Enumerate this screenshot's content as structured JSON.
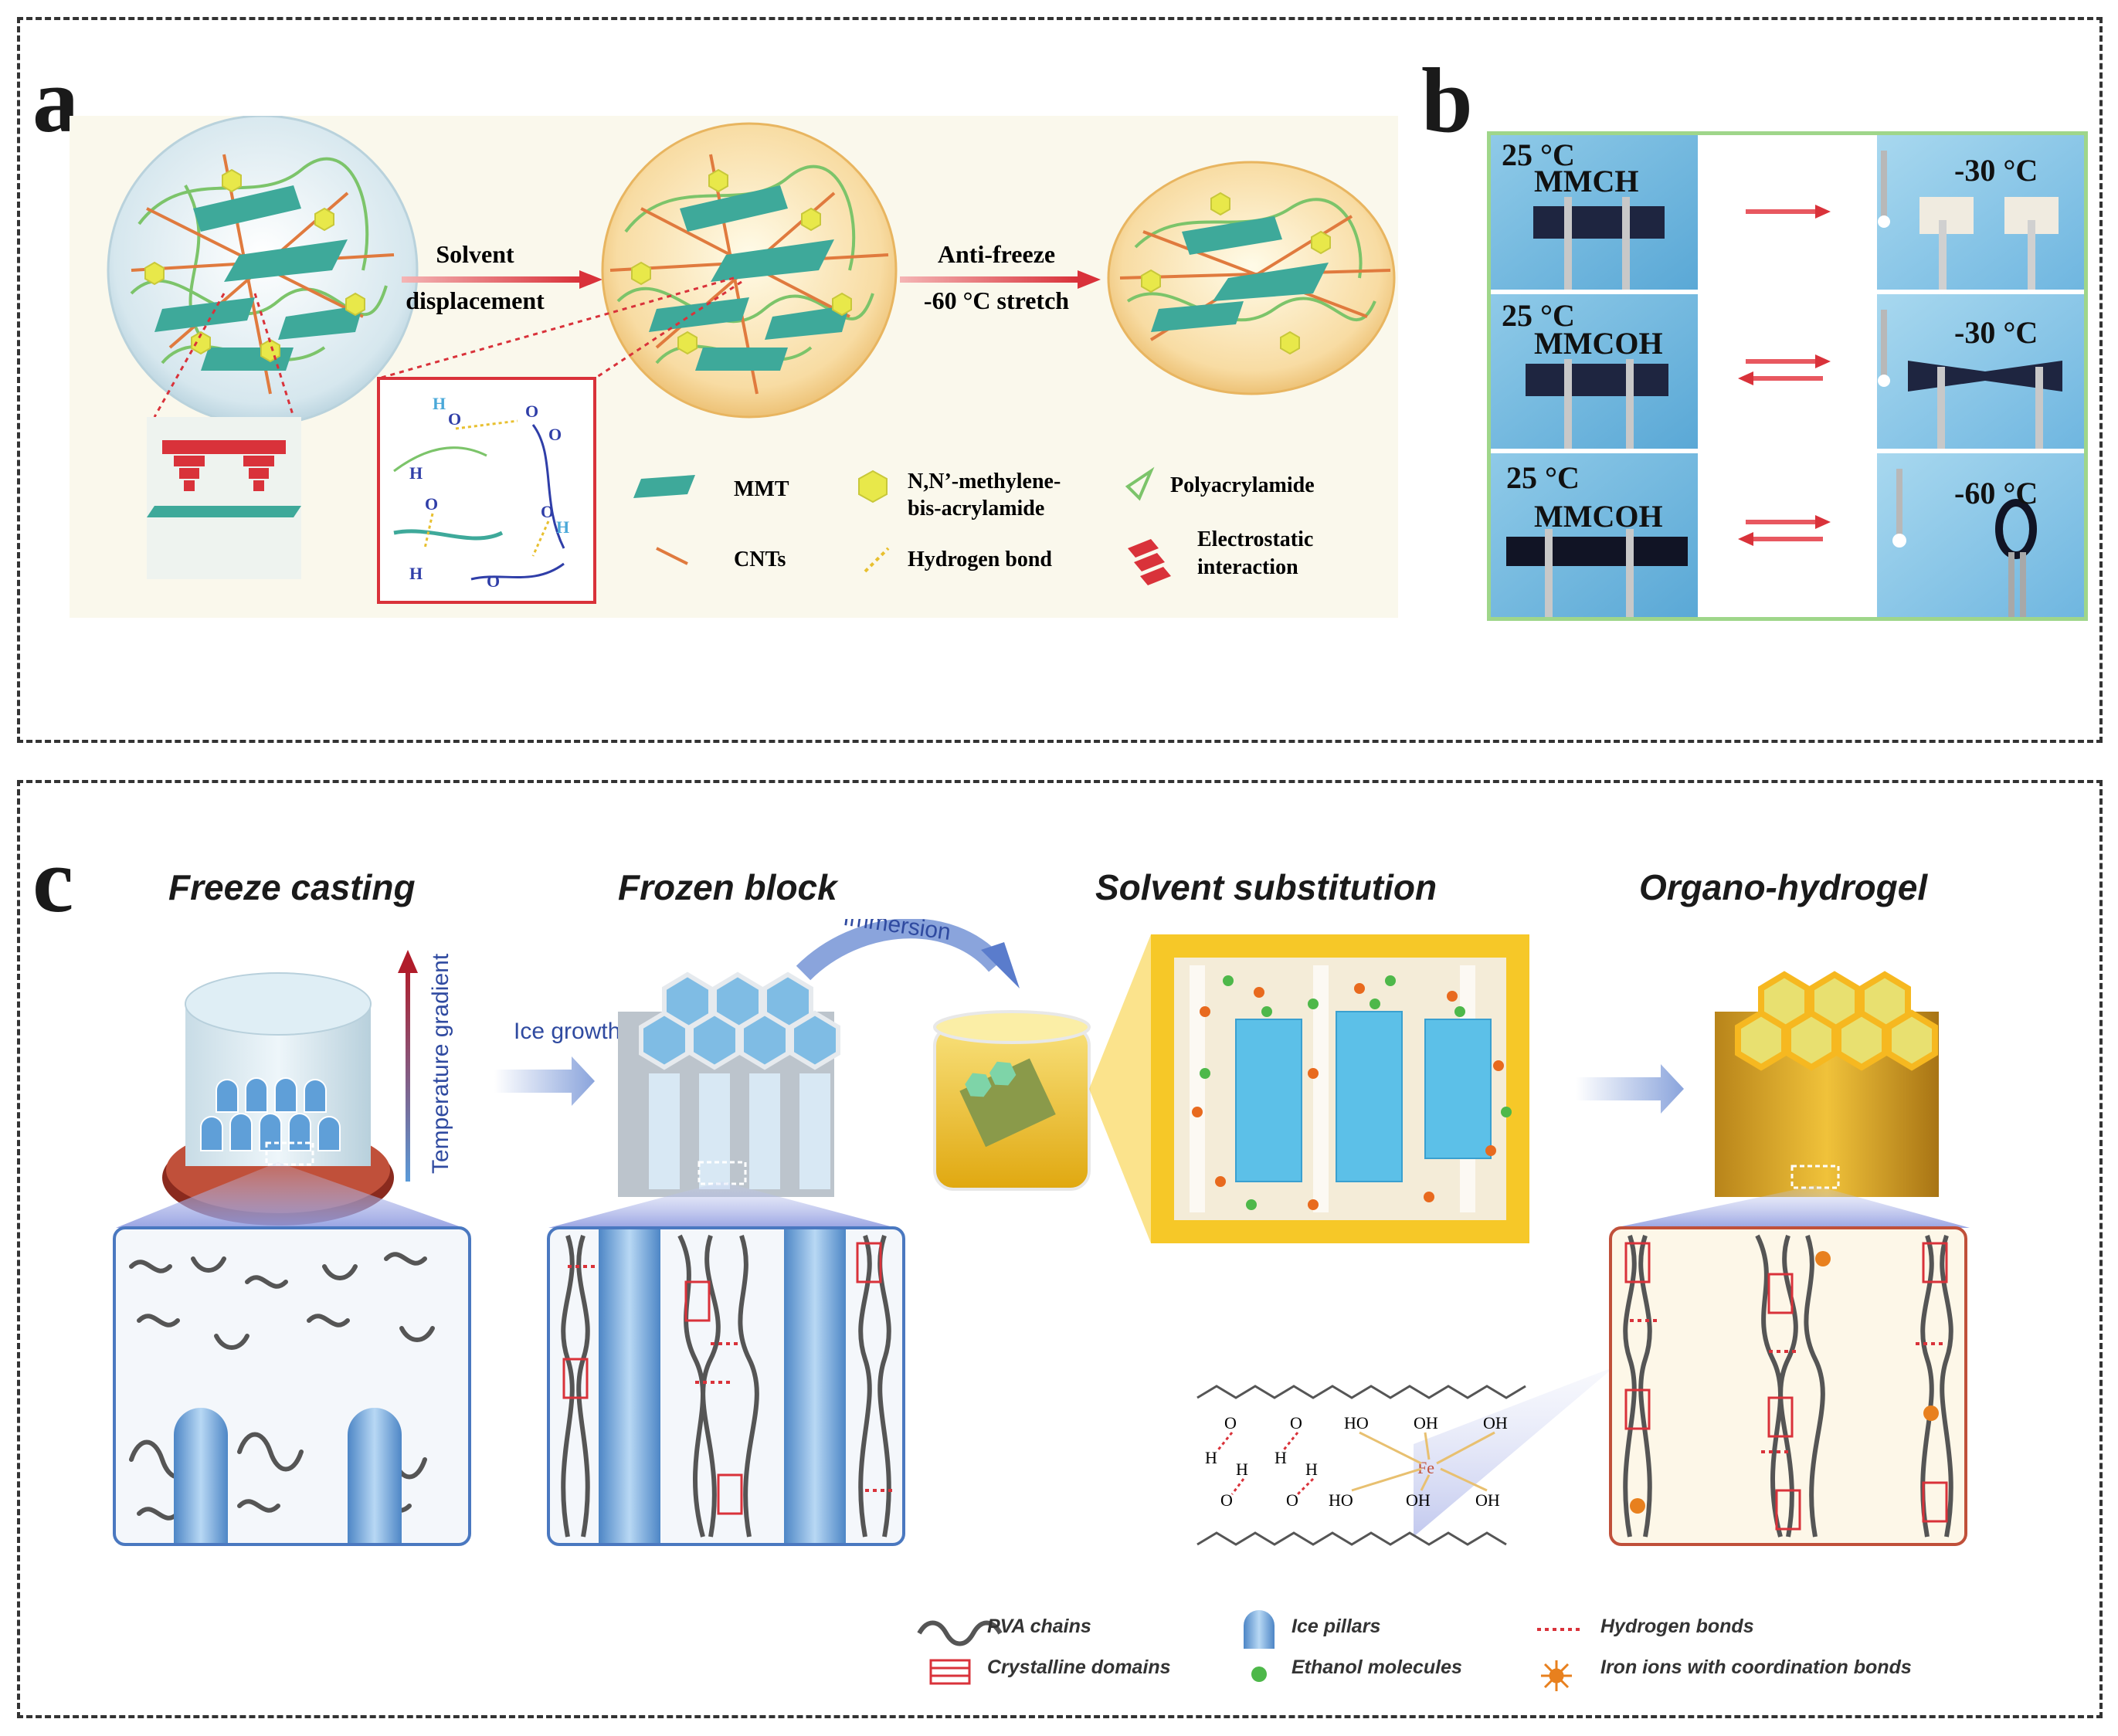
{
  "panel_a": {
    "letter": "a",
    "step1": [
      "Solvent",
      "displacement"
    ],
    "step2": [
      "Anti-freeze",
      "-60 °C stretch"
    ],
    "legend": {
      "mmt": "MMT",
      "cnts": "CNTs",
      "crosslinker": [
        "N,N’-methylene-",
        "bis-acrylamide"
      ],
      "hbond": "Hydrogen bond",
      "polymer": "Polyacrylamide",
      "electrostatic": [
        "Electrostatic",
        "interaction"
      ]
    }
  },
  "panel_b": {
    "letter": "b",
    "rows": [
      {
        "temp_left": "25 °C",
        "sample": "MMCH",
        "temp_right": "-30 °C"
      },
      {
        "temp_left": "25 °C",
        "sample": "MMCOH",
        "temp_right": "-30 °C"
      },
      {
        "temp_left": "25 °C",
        "sample": "MMCOH",
        "temp_right": "-60 °C"
      }
    ]
  },
  "panel_c": {
    "letter": "c",
    "headings": [
      "Freeze casting",
      "Frozen block",
      "Solvent substitution",
      "Organo-hydrogel"
    ],
    "temperature_gradient": "Temperature gradient",
    "ice_growth": "Ice growth",
    "immersion": "Immersion",
    "legend": {
      "pva": "PVA chains",
      "crystalline": "Crystalline domains",
      "ice": "Ice pillars",
      "ethanol": "Ethanol molecules",
      "hbonds": "Hydrogen bonds",
      "iron": "Iron ions with coordination bonds"
    },
    "chem": {
      "ho": "HO",
      "oh": "OH",
      "fe": "Fe",
      "o": "O",
      "h": "H"
    }
  },
  "colors": {
    "teal": "#3ea99a",
    "orange_cnt": "#e07a3e",
    "yellow_node": "#e8e84a",
    "green_chain": "#7cc46a",
    "red_arrow": "#d9323a",
    "blue_ice": "#5f9fd8",
    "gold": "#d9a21a",
    "photo_green_border": "#9fd68a",
    "photo_blue": "#6fb6e0"
  }
}
